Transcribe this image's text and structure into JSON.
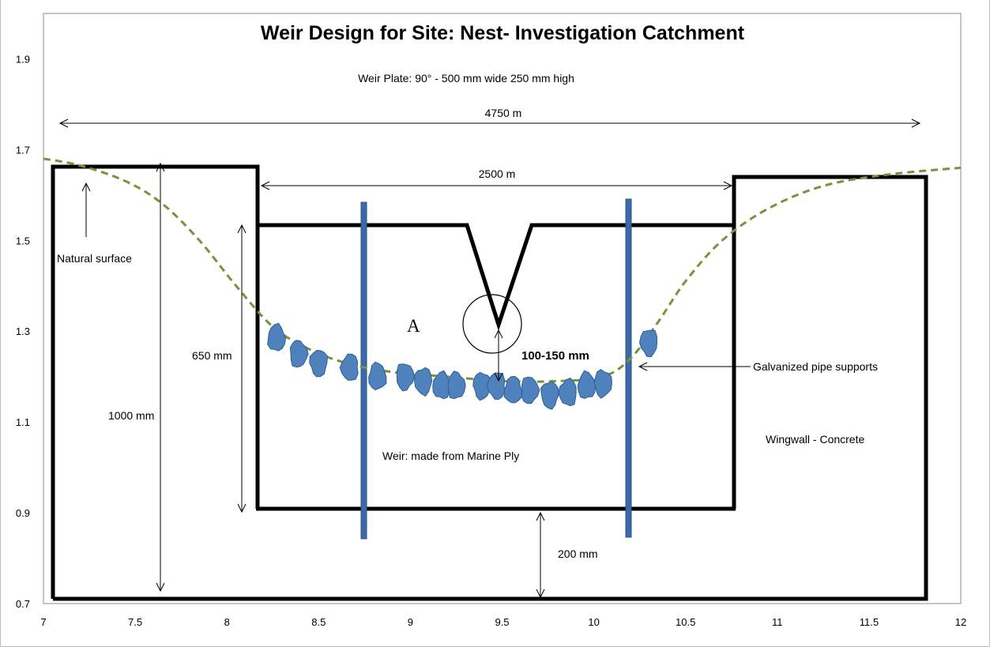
{
  "chart_data": {
    "type": "scatter",
    "title": "Weir Design for Site: Nest- Investigation Catchment",
    "xlim": [
      7,
      12
    ],
    "ylim": [
      0.7,
      2.0
    ],
    "x_ticks": [
      7,
      7.5,
      8,
      8.5,
      9,
      9.5,
      10,
      10.5,
      11,
      11.5,
      12
    ],
    "x_tick_labels": [
      "7",
      "7.5",
      "8",
      "8.5",
      "9",
      "9.5",
      "10",
      "10.5",
      "11",
      "11.5",
      "12"
    ],
    "y_ticks": [
      0.7,
      0.9,
      1.1,
      1.3,
      1.5,
      1.7,
      1.9
    ],
    "y_tick_labels": [
      "0.7",
      "0.9",
      "1.1",
      "1.3",
      "1.5",
      "1.7",
      "1.9"
    ],
    "grid": false,
    "natural_surface": [
      [
        7.0,
        1.68
      ],
      [
        7.2,
        1.665
      ],
      [
        7.45,
        1.63
      ],
      [
        7.65,
        1.58
      ],
      [
        7.85,
        1.5
      ],
      [
        8.05,
        1.4
      ],
      [
        8.25,
        1.31
      ],
      [
        8.45,
        1.26
      ],
      [
        8.65,
        1.23
      ],
      [
        8.9,
        1.21
      ],
      [
        9.2,
        1.2
      ],
      [
        9.5,
        1.19
      ],
      [
        9.8,
        1.19
      ],
      [
        10.05,
        1.2
      ],
      [
        10.2,
        1.24
      ],
      [
        10.35,
        1.32
      ],
      [
        10.5,
        1.41
      ],
      [
        10.7,
        1.5
      ],
      [
        10.95,
        1.57
      ],
      [
        11.25,
        1.62
      ],
      [
        11.6,
        1.645
      ],
      [
        12.0,
        1.66
      ]
    ],
    "rocks": [
      [
        8.27,
        1.285
      ],
      [
        8.39,
        1.25
      ],
      [
        8.5,
        1.23
      ],
      [
        8.67,
        1.22
      ],
      [
        8.82,
        1.2
      ],
      [
        8.97,
        1.2
      ],
      [
        9.07,
        1.19
      ],
      [
        9.17,
        1.18
      ],
      [
        9.25,
        1.18
      ],
      [
        9.39,
        1.18
      ],
      [
        9.47,
        1.18
      ],
      [
        9.56,
        1.17
      ],
      [
        9.65,
        1.17
      ],
      [
        9.76,
        1.16
      ],
      [
        9.86,
        1.165
      ],
      [
        9.96,
        1.18
      ],
      [
        10.05,
        1.185
      ],
      [
        10.3,
        1.275
      ]
    ],
    "rock_color": "#4f81bd",
    "pipe_color": "#3a6aa8",
    "surface_color": "#77933c",
    "labels": {
      "weir_plate": "Weir Plate: 90° - 500 mm wide 250 mm high",
      "span_total": "4750 m",
      "span_weir": "2500 m",
      "natural_surface": "Natural surface",
      "h_650": "650 mm",
      "h_1000": "1000 mm",
      "point_a": "A",
      "gap": "100-150 mm",
      "pipe_supports": "Galvanized pipe supports",
      "weir_material": "Weir: made from Marine Ply",
      "wingwall": "Wingwall - Concrete",
      "h_200": "200 mm"
    }
  }
}
